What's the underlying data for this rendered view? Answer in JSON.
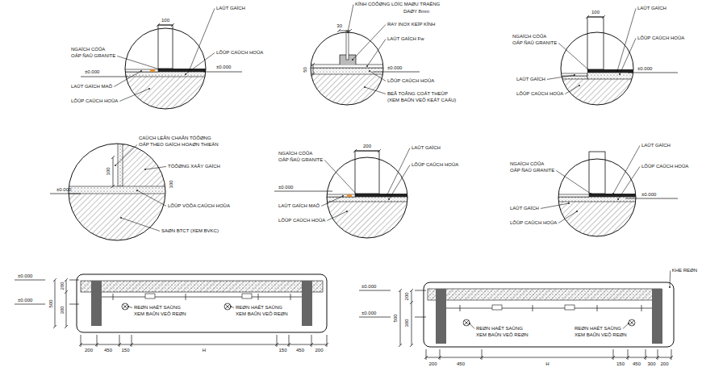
{
  "diagram": {
    "labels": [
      "100",
      "LAÙT GAÏCH",
      "NGAÏCH CÖÛA",
      "OÁP ÑAÙ GRANITE",
      "LÔÙP CAÙCH HOÙA",
      "±0.000",
      "±0.000",
      "LAÙT GAÏCH MAÕ",
      "LÔÙP CAÙCH HOÙA",
      "KÍNH CÖÔØNG LÖÏC MAØU TRAÉNG",
      "DAØY 8mm",
      "30",
      "RAY INOX KEÏP KÍNH",
      "LAÙT GAÏCH Fw",
      "50",
      "±0.000",
      "LÔÙP CAÙCH HOÙA",
      "BEÂ TOÂNG COÁT THEÙP",
      "(XEM BAÛN VEÕ KEÁT CAÁU)",
      "100",
      "LAÙT GAÏCH",
      "NGAÏCH CÖÛA",
      "OÁP ÑAÙ GRANITE",
      "LÔÙP CAÙCH HOÙA",
      "±0.000",
      "LAÙT GAÏCH",
      "LÔÙP CAÙCH HOÙA",
      "CAÙCH LEÂN CHAÂN TÖÔØNG",
      "OÁP THEO GAÏCH HOAØN THIEÄN",
      "100",
      "TÖÔØNG XAÂY GAÏCH",
      "100",
      "±0.000",
      "LÔÙP VÖÕA CAÙCH HOÙA",
      "SAØN BTCT (XEM BVKC)",
      "200",
      "LAÙT GAÏCH",
      "NGAÏCH CÖÛA",
      "OÁP ÑAÙ GRANITE",
      "LÔÙP CAÙCH HOÙA",
      "±0.000",
      "LAÙT GAÏCH MAÕ",
      "LÔÙP CAÙCH HOÙA",
      "LAÙT GAÏCH",
      "NGAÏCH CÖÛA",
      "OÁP ÑAÙ GRANITE",
      "LÔÙP CAÙCH HOÙA",
      "±0.000",
      "LAÙT GAÏCH",
      "LÔÙP CAÙCH HOÙA",
      "±0.000",
      "±0.000",
      "200",
      "500",
      "300",
      "REØN HAÉT SAÙNG",
      "XEM BAÛN VEÕ REØN",
      "REØN HAÉT SAÙNG",
      "XEM BAÛN VEÕ REØN",
      "200",
      "450",
      "150",
      "H",
      "150",
      "450",
      "200",
      "KHE REØN",
      "±0.000",
      "±0.000",
      "200",
      "500",
      "300",
      "REØN HAÉT SAÙNG",
      "XEM BAÛN VEÕ REØN",
      "REØN HAÉT SAÙNG",
      "XEM BAÛN VEÕ REØN",
      "200",
      "450",
      "H",
      "150",
      "450",
      "300",
      "200"
    ]
  }
}
